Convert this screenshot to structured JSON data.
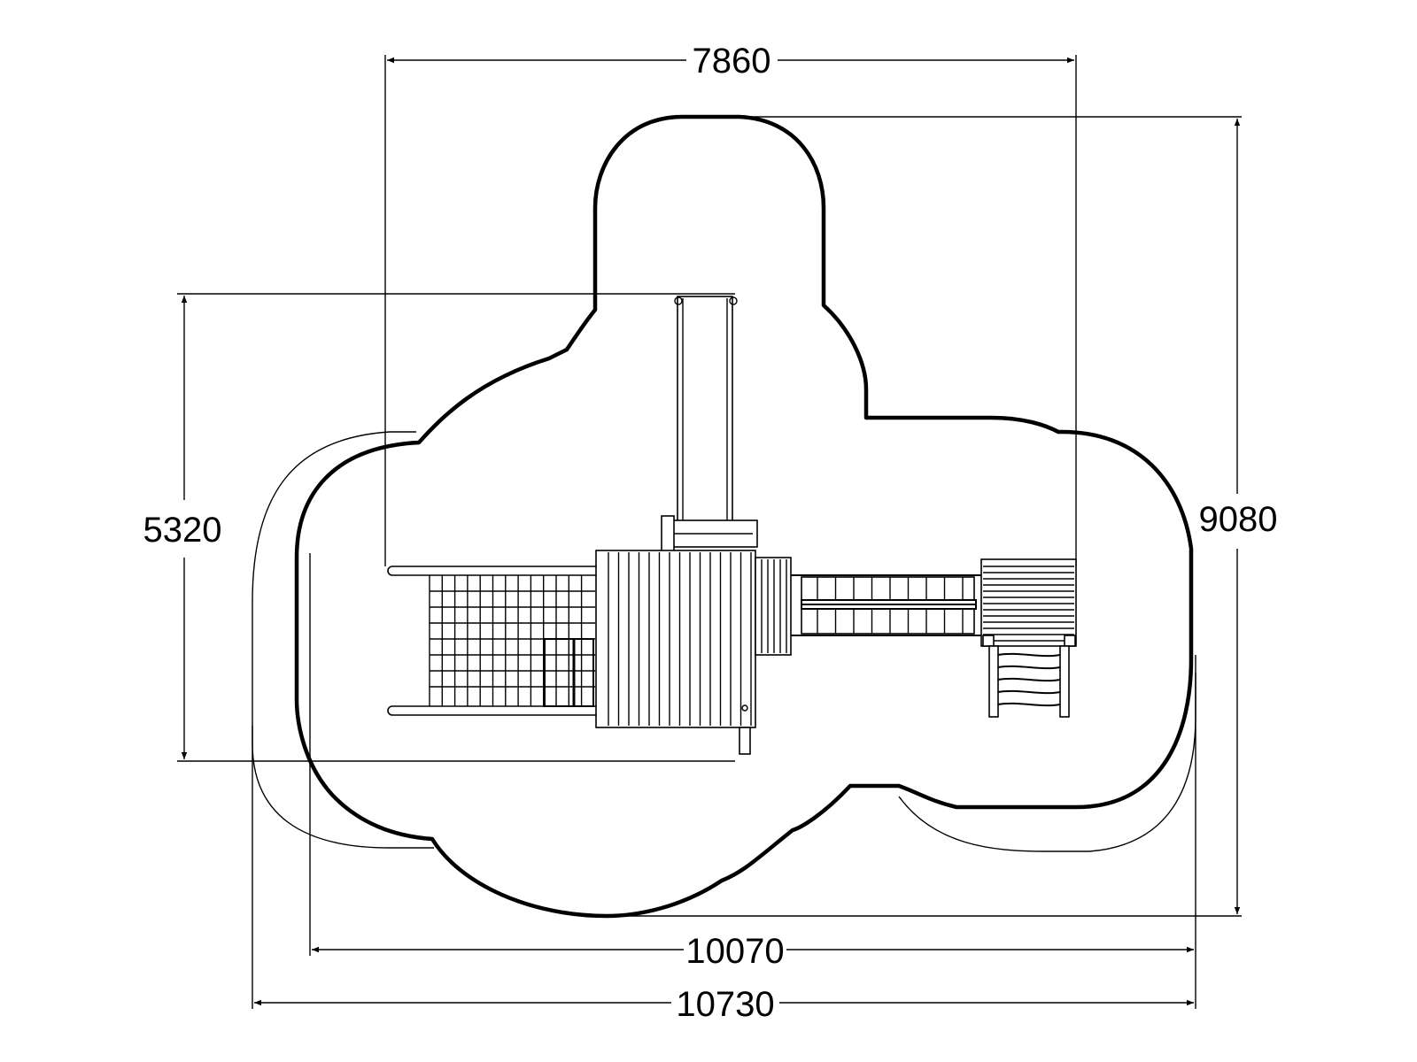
{
  "drawing": {
    "dimensions": {
      "top_width": "7860",
      "left_height": "5320",
      "right_height": "9080",
      "inner_width": "10070",
      "outer_width": "10730"
    }
  }
}
